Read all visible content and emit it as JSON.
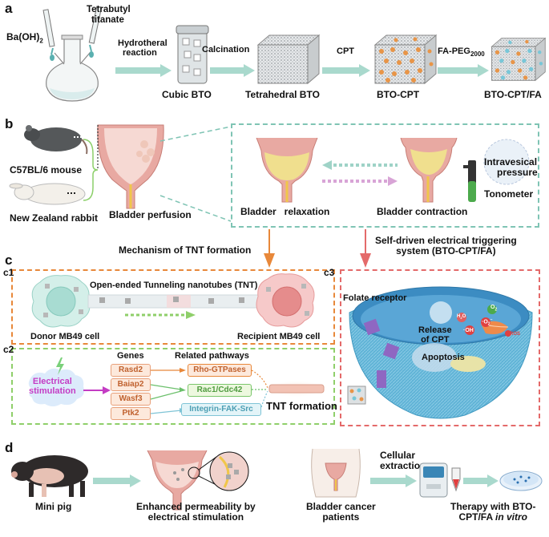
{
  "panel_a": {
    "label": "a",
    "reagent1": "Ba(OH)",
    "reagent1_sub": "2",
    "reagent2_line1": "Tetrabutyl",
    "reagent2_line2": "titanate",
    "step1_line1": "Hydrotheral",
    "step1_line2": "reaction",
    "step2": "Calcination",
    "step3": "CPT",
    "step4": "FA-PEG",
    "step4_sub": "2000",
    "product1": "Cubic BTO",
    "product2": "Tetrahedral BTO",
    "product3": "BTO-CPT",
    "product4": "BTO-CPT/FA"
  },
  "panel_b": {
    "label": "b",
    "animal1": "C57BL/6 mouse",
    "animal2": "New Zealand rabbit",
    "perfusion": "Bladder perfusion",
    "relaxation": "Bladder   relaxation",
    "contraction": "Bladder contraction",
    "pressure_line1": "Intravesical",
    "pressure_line2": "pressure",
    "tonometer": "Tonometer"
  },
  "mechanism_label": "Mechanism of TNT formation",
  "system_label_line1": "Self-driven electrical triggering",
  "system_label_line2": "system (BTO-CPT/FA)",
  "panel_c": {
    "label": "c",
    "c1": {
      "label": "c1",
      "tnt": "Open-ended Tunneling nanotubes (TNT)",
      "donor": "Donor MB49 cell",
      "recipient": "Recipient MB49 cell"
    },
    "c2": {
      "label": "c2",
      "genes_header": "Genes",
      "pathways_header": "Related pathways",
      "stimulus_line1": "Electrical",
      "stimulus_line2": "stimulation",
      "genes": [
        "Rasd2",
        "Baiap2",
        "Wasf3",
        "Ptk2"
      ],
      "pathways": [
        "Rho-GTPases",
        "Rac1/Cdc42",
        "Integrin-FAK-Src"
      ],
      "outcome": "TNT formation"
    },
    "c3": {
      "label": "c3",
      "receptor": "Folate receptor",
      "release_line1": "Release",
      "release_line2": "of CPT",
      "apoptosis": "Apoptosis",
      "o2": "O",
      "o2_sub": "2",
      "h2o": "H",
      "h2o_sub": "2",
      "h2o_end": "O",
      "oh": "·OH",
      "superoxide": "·O",
      "superoxide_sub": "2",
      "superoxide_sup": "−",
      "ros": "ROS"
    }
  },
  "panel_d": {
    "label": "d",
    "pig": "Mini pig",
    "permeability_line1": "Enhanced permeability by",
    "permeability_line2": "electrical stimulation",
    "patients_line1": "Bladder cancer",
    "patients_line2": "patients",
    "extraction_line1": "Cellular",
    "extraction_line2": "extraction",
    "therapy_line1": "Therapy with BTO-",
    "therapy_line2": "CPT/FA ",
    "therapy_italic": "in vitro"
  },
  "colors": {
    "orange_dash": "#e8883a",
    "green_dash": "#8fcf6a",
    "teal_dash": "#7fc4b4",
    "red_dash": "#e46a6a",
    "arrow_teal": "#9fd3c7",
    "particle": "#e89548",
    "particle2": "#78c7d8"
  }
}
